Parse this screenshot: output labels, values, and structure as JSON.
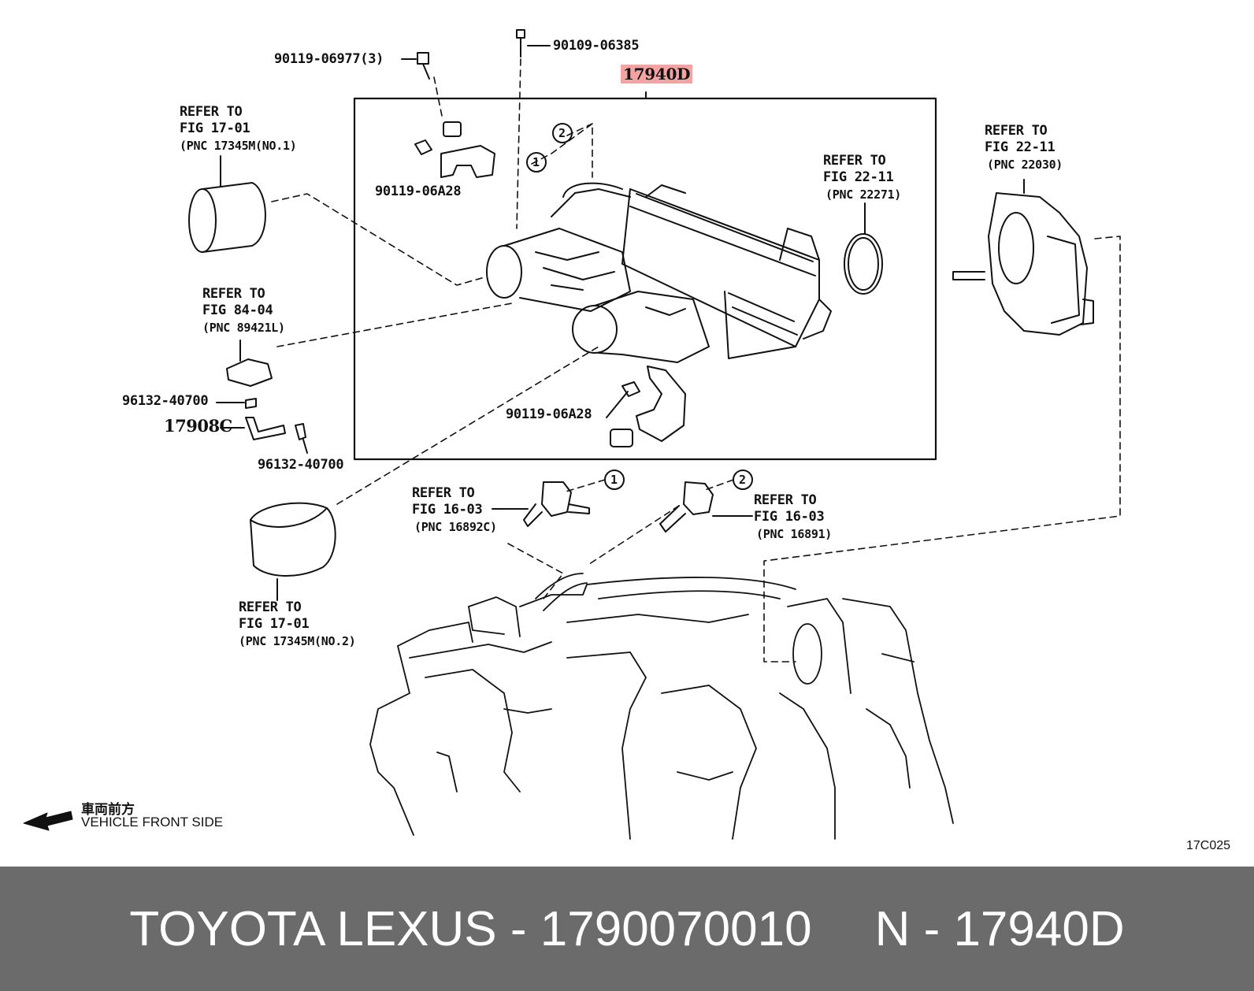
{
  "labels": {
    "bolt_top": "90119-06977(3)",
    "stud_top": "90109-06385",
    "main_part": "17940D",
    "bolt_upper_bracket": "90119-06A28",
    "bolt_lower_bracket": "90119-06A28",
    "sensor_clip": "96132-40700",
    "hose": "17908C",
    "hose_clip": "96132-40700",
    "callout_1": "1",
    "callout_2": "2",
    "figure_code": "17C025"
  },
  "refs": [
    {
      "line1": "REFER TO",
      "line2": "FIG 17-01",
      "pnc": "(PNC 17345M(NO.1)"
    },
    {
      "line1": "REFER TO",
      "line2": "FIG 84-04",
      "pnc": "(PNC 89421L)"
    },
    {
      "line1": "REFER TO",
      "line2": "FIG 22-11",
      "pnc": "(PNC 22271)"
    },
    {
      "line1": "REFER TO",
      "line2": "FIG 22-11",
      "pnc": "(PNC 22030)"
    },
    {
      "line1": "REFER TO",
      "line2": "FIG 16-03",
      "pnc": "(PNC 16892C)"
    },
    {
      "line1": "REFER TO",
      "line2": "FIG 16-03",
      "pnc": "(PNC 16891)"
    },
    {
      "line1": "REFER TO",
      "line2": "FIG 17-01",
      "pnc": "(PNC 17345M(NO.2)"
    }
  ],
  "direction": {
    "jp": "車両前方",
    "en": "VEHICLE FRONT SIDE"
  },
  "footer": {
    "left": "TOYOTA LEXUS - 1790070010",
    "right": "N - 17940D"
  },
  "colors": {
    "highlight": "#f4a3a3",
    "footer_bg": "#6b6b6b",
    "line": "#111111"
  }
}
